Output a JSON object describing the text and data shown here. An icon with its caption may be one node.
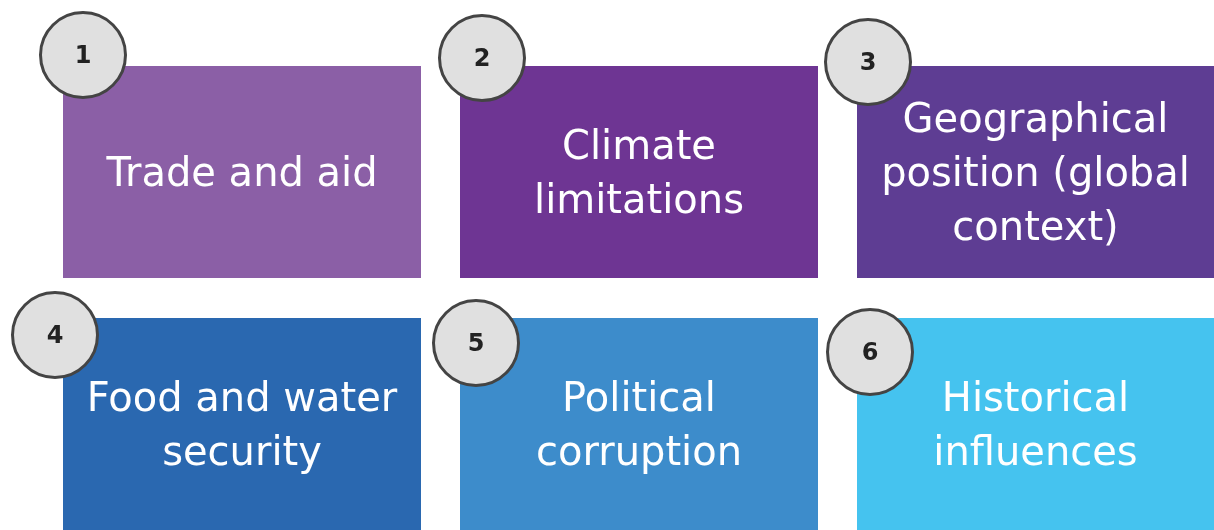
{
  "diagram": {
    "nodes": [
      {
        "text": [
          "1"
        ]
      },
      {
        "text": [
          "Trade and aid"
        ]
      },
      {
        "text": [
          "2"
        ]
      },
      {
        "text": [
          "Climate limitations"
        ]
      },
      {
        "text": [
          "3"
        ]
      },
      {
        "text": [
          "Geographical position (global context)"
        ]
      },
      {
        "text": [
          "4"
        ]
      },
      {
        "text": [
          "Food and water security"
        ]
      },
      {
        "text": [
          "5"
        ]
      },
      {
        "text": [
          "Political corruption"
        ]
      },
      {
        "text": [
          "6"
        ]
      },
      {
        "text": [
          "Historical influences"
        ]
      }
    ],
    "edges": []
  }
}
